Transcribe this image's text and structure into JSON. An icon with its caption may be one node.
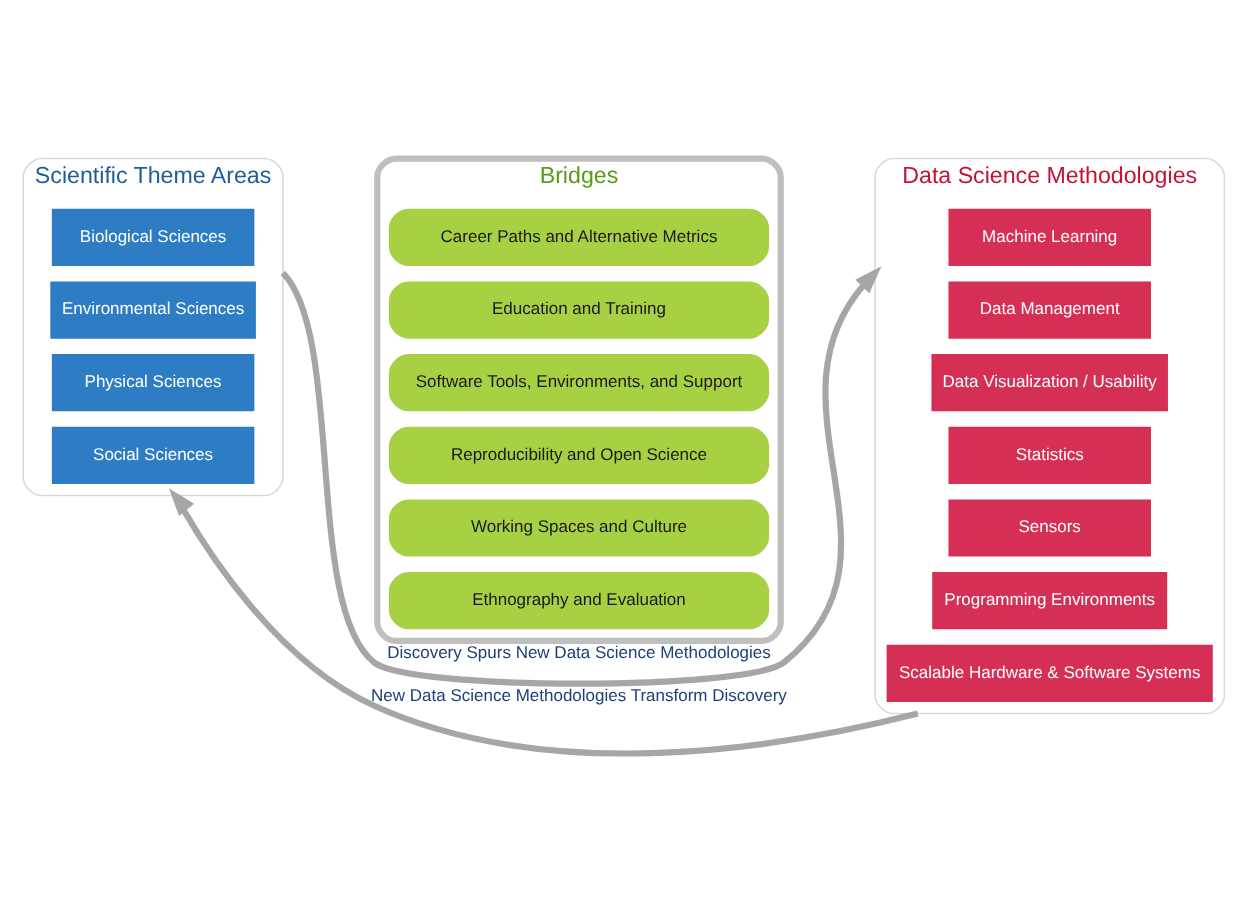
{
  "diagram": {
    "nodes": [
      {
        "text": [
          "Scientific Theme Areas"
        ]
      },
      {
        "text": [
          "Biological Sciences"
        ],
        "in": 0
      },
      {
        "text": [
          "Environmental Sciences"
        ],
        "in": 0
      },
      {
        "text": [
          "Physical Sciences"
        ],
        "in": 0
      },
      {
        "text": [
          "Social Sciences"
        ],
        "in": 0
      },
      {
        "text": [
          "Bridges"
        ]
      },
      {
        "text": [
          "Career Paths and Alternative Metrics"
        ],
        "in": 5
      },
      {
        "text": [
          "Education and Training"
        ],
        "in": 5
      },
      {
        "text": [
          "Software Tools, Environments, and Support"
        ],
        "in": 5
      },
      {
        "text": [
          "Reproducibility and Open Science"
        ],
        "in": 5
      },
      {
        "text": [
          "Working Spaces and Culture"
        ],
        "in": 5
      },
      {
        "text": [
          "Ethnography and Evaluation"
        ],
        "in": 5
      },
      {
        "text": [
          "Data Science Methodologies"
        ]
      },
      {
        "text": [
          "Machine Learning"
        ],
        "in": 12
      },
      {
        "text": [
          "Data Management"
        ],
        "in": 12
      },
      {
        "text": [
          "Data Visualization / Usability"
        ],
        "in": 12
      },
      {
        "text": [
          "Statistics"
        ],
        "in": 12
      },
      {
        "text": [
          "Sensors"
        ],
        "in": 12
      },
      {
        "text": [
          "Programming Environments"
        ],
        "in": 12
      },
      {
        "text": [
          "Scalable Hardware & Software Systems"
        ],
        "in": 12
      }
    ],
    "edges": [
      {
        "from": 0,
        "to": 12,
        "arrow": "to",
        "label": "Discovery Spurs New Data Science Methodologies"
      },
      {
        "from": 12,
        "to": 0,
        "arrow": "to",
        "label": "New Data Science Methodologies Transform Discovery"
      }
    ]
  }
}
